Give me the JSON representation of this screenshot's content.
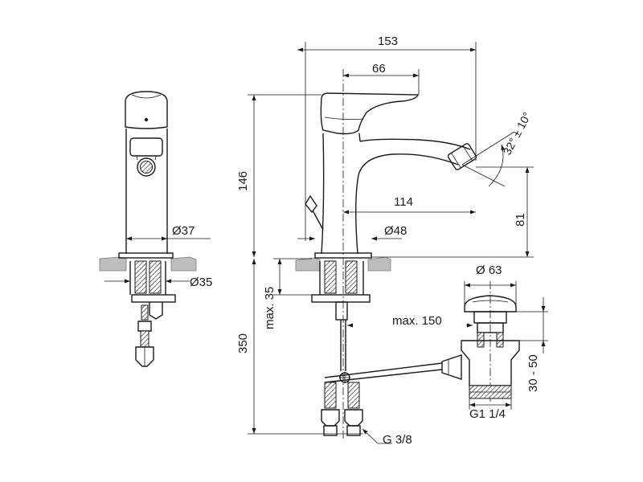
{
  "dimensions": {
    "total_reach": "153",
    "spout_offset": "66",
    "height": "146",
    "spout_reach": "114",
    "spout_height": "81",
    "base_diameter": "Ø48",
    "body_diameter": "Ø37",
    "shank_diameter": "Ø35",
    "tilt_angle": "32° ± 10°",
    "below_counter": "350",
    "max_thickness": "max. 35",
    "max_rod": "max. 150",
    "waste_diameter": "Ø 63",
    "waste_range": "30 - 50",
    "waste_thread": "G1 1/4",
    "hose_thread": "G 3/8"
  }
}
